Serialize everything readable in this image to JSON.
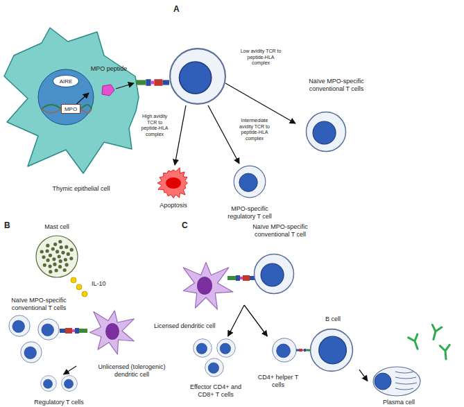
{
  "diagram": {
    "nodes": [
      {
        "text": [
          "Thymic epithelial cell"
        ]
      },
      {
        "text": [
          "AIRE"
        ],
        "in": 0
      },
      {
        "text": [
          "MPO"
        ],
        "in": 0
      },
      {
        "text": [
          "MPO peptide"
        ]
      },
      {
        "text": [
          "Apoptosis"
        ]
      },
      {
        "text": [
          "MPO-specific regulatory T cell"
        ]
      },
      {
        "text": [
          "Naïve MPO-specific conventional T cells"
        ]
      },
      {
        "text": [
          "Mast cell"
        ]
      },
      {
        "text": [
          "Naïve MPO-specific conventional T cells"
        ]
      },
      {
        "text": [
          "Unlicensed (tolerogenic) dendritic cell"
        ]
      },
      {
        "text": [
          "Regulatory T cells"
        ]
      },
      {
        "text": [
          "Naïve MPO-specific conventional T cell"
        ]
      },
      {
        "text": [
          "Licensed dendritic cell"
        ]
      },
      {
        "text": [
          "Effector CD4+ and CD8+ T cells"
        ]
      },
      {
        "text": [
          "CD4+ helper T cells"
        ]
      },
      {
        "text": [
          "B cell"
        ]
      },
      {
        "text": [
          "Plasma cell"
        ]
      }
    ],
    "edges": [
      {
        "from": 2,
        "to": 3,
        "arrow": "to"
      },
      {
        "from": 9,
        "to": 10,
        "arrow": "to"
      },
      {
        "from": 11,
        "to": 13,
        "arrow": "to"
      },
      {
        "from": 11,
        "to": 14,
        "arrow": "to"
      },
      {
        "from": 15,
        "to": 16,
        "arrow": "to"
      }
    ],
    "labels": [
      "A",
      "High avidity TCR to peptide-HLA complex",
      "Intermediate avidity TCR to peptide-HLA complex",
      "Low avidity TCR to peptide-HLA complex",
      "B",
      "IL-10",
      "C"
    ]
  }
}
